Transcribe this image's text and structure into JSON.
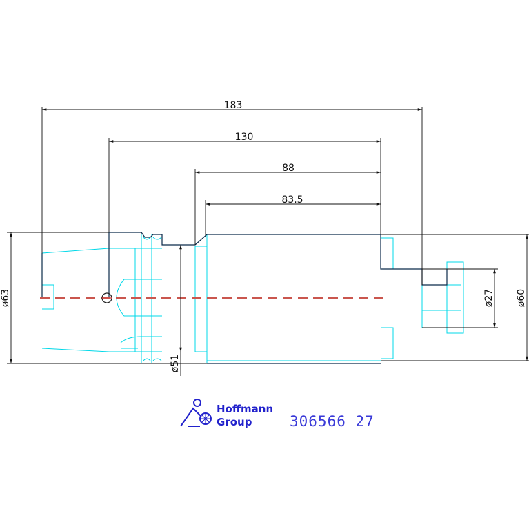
{
  "dimensions": {
    "d183": "183",
    "d130": "130",
    "d88": "88",
    "d83_5": "83.5",
    "dia63": "ø63",
    "dia51": "ø51",
    "dia27": "ø27",
    "dia60": "ø60"
  },
  "logo": {
    "line1": "Hoffmann",
    "line2": "Group"
  },
  "part_number": "306566  27",
  "colors": {
    "outline": "#0a2a4a",
    "detail": "#00d8e8",
    "centerline_red": "#d44b4b",
    "centerline_green": "#88aa66",
    "brand": "#2222cc"
  }
}
